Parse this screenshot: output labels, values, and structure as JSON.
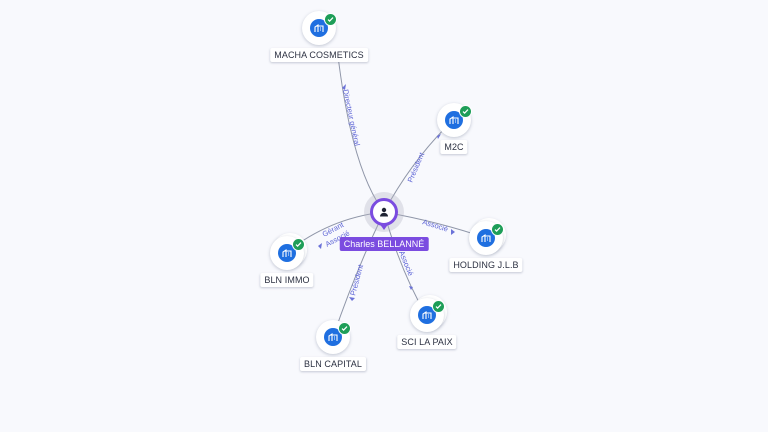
{
  "center": {
    "name": "Charles BELLANNÉ",
    "icon": "person-icon",
    "accent": "#7b4ce0"
  },
  "companies": [
    {
      "name": "MACHA COSMETICS",
      "icon": "building-icon",
      "verified": true
    },
    {
      "name": "M2C",
      "icon": "building-icon",
      "verified": true
    },
    {
      "name": "HOLDING J.L.B",
      "icon": "building-icon",
      "verified": true
    },
    {
      "name": "SCI LA PAIX",
      "icon": "building-icon",
      "verified": true
    },
    {
      "name": "BLN CAPITAL",
      "icon": "building-icon",
      "verified": true
    },
    {
      "name": "BLN IMMO",
      "icon": "building-icon",
      "verified": true
    }
  ],
  "relations": [
    {
      "target": "MACHA COSMETICS",
      "label": "Directeur général"
    },
    {
      "target": "M2C",
      "label": "Président"
    },
    {
      "target": "HOLDING J.L.B",
      "label": "Associé"
    },
    {
      "target": "SCI LA PAIX",
      "label": "Associé"
    },
    {
      "target": "BLN CAPITAL",
      "label": "Président"
    },
    {
      "target": "BLN IMMO",
      "label": "Gérant"
    },
    {
      "target": "BLN IMMO",
      "label": "Associé"
    }
  ],
  "colors": {
    "company": "#1f6fe0",
    "verified": "#1e9e58",
    "edge": "#8f96a8",
    "edge_label": "#5c63d6"
  }
}
